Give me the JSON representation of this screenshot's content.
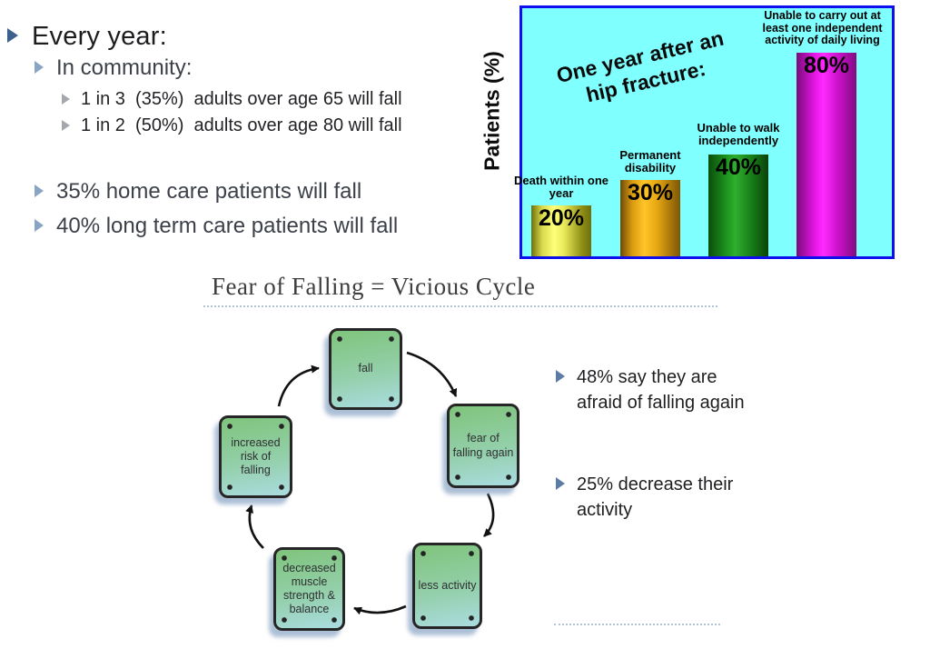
{
  "slide1": {
    "list": {
      "every_year": "Every year:",
      "in_community": "In community:",
      "fall_65": "1 in 3  (35%)  adults over age 65 will fall",
      "fall_80": "1 in 2  (50%)  adults over age 80 will fall",
      "home_care": "35% home care patients will fall",
      "long_term": "40% long term care patients will fall"
    },
    "chart": {
      "y_axis_label": "Patients (%)",
      "title_line1": "One year after an",
      "title_line2": "hip fracture:",
      "bars": [
        {
          "label": "Death within one year",
          "value": 20,
          "value_label": "20%",
          "color": "yellow"
        },
        {
          "label": "Permanent disability",
          "value": 30,
          "value_label": "30%",
          "color": "orange"
        },
        {
          "label": "Unable to walk independently",
          "value": 40,
          "value_label": "40%",
          "color": "green"
        },
        {
          "label": "Unable to carry out at least one independent activity of daily living",
          "value": 80,
          "value_label": "80%",
          "color": "magenta"
        }
      ],
      "colors": {
        "background": "#80ffff",
        "border": "#0f0fee"
      }
    }
  },
  "slide2": {
    "title": "Fear of Falling = Vicious Cycle",
    "cycle_nodes": [
      {
        "label": "fall"
      },
      {
        "label": "fear of falling again"
      },
      {
        "label": "less activity"
      },
      {
        "label": "decreased muscle strength & balance"
      },
      {
        "label": "increased risk of falling"
      }
    ],
    "bullets": [
      {
        "text": "48% say they are afraid of falling again"
      },
      {
        "text": "25% decrease their activity"
      }
    ]
  },
  "chart_data": {
    "type": "bar",
    "title": "One year after an hip fracture:",
    "xlabel": "",
    "ylabel": "Patients (%)",
    "categories": [
      "Death within one year",
      "Permanent disability",
      "Unable to walk independently",
      "Unable to carry out at least one independent activity of daily living"
    ],
    "values": [
      20,
      30,
      40,
      80
    ],
    "value_labels": [
      "20%",
      "30%",
      "40%",
      "80%"
    ],
    "bar_colors": [
      "yellow",
      "orange",
      "green",
      "magenta"
    ],
    "ylim": [
      0,
      100
    ],
    "grid": false,
    "legend": "none",
    "plot_background": "#80ffff"
  }
}
